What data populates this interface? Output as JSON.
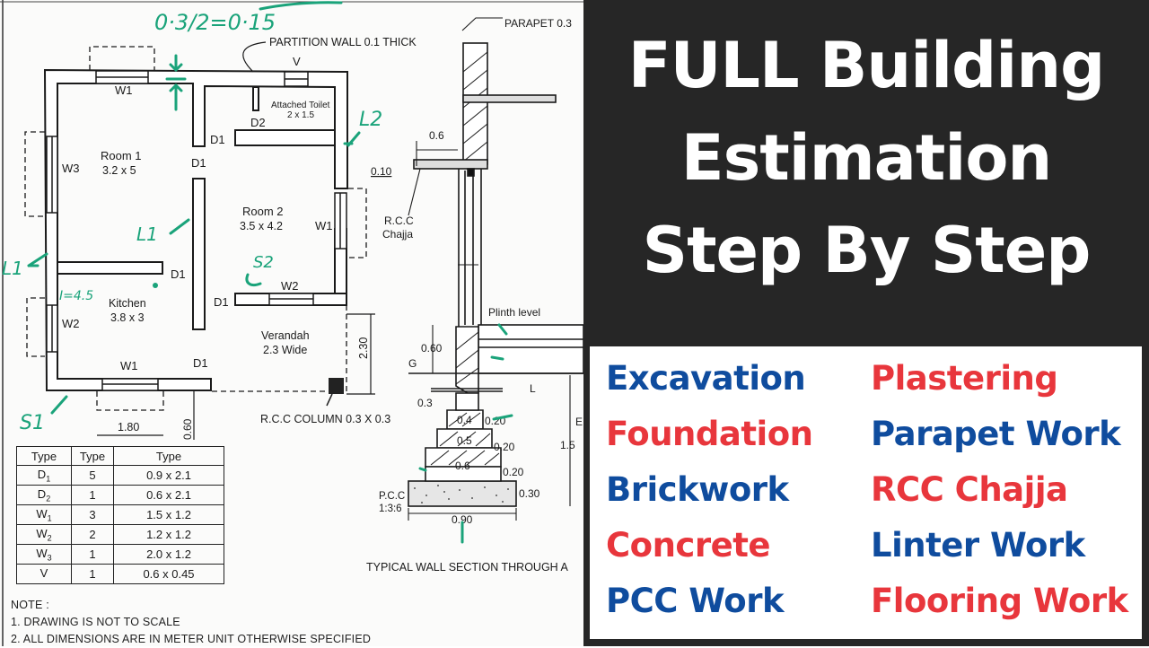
{
  "drawing": {
    "handwritten_formula": "0·3/2=0·15",
    "labels": {
      "partition_wall": "PARTITION WALL 0.1 THICK",
      "parapet": "PARAPET 0.3",
      "ventilator": "V",
      "attached_toilet": "Attached Toilet",
      "attached_toilet_size": "2 x 1.5",
      "room1": "Room 1",
      "room1_size": "3.2 x 5",
      "room2": "Room 2",
      "room2_size": "3.5 x 4.2",
      "kitchen": "Kitchen",
      "kitchen_size": "3.8 x 3",
      "verandah": "Verandah",
      "verandah_size": "2.3 Wide",
      "rcc_column": "R.C.C COLUMN 0.3 X 0.3",
      "rcc_chajja_1": "R.C.C",
      "rcc_chajja_2": "Chajja",
      "chajja_width": "0.6",
      "chajja_thk": "0.10",
      "plinth_level": "Plinth level",
      "dim_060": "0.60",
      "dim_230": "2.30",
      "dim_180": "1.80",
      "dim_060b": "0.60",
      "ground": "G",
      "ground_l": "L",
      "dim_03": "0.3",
      "step_04": "0.4",
      "step_05": "0.5",
      "step_06": "0.6",
      "rise_1": "0.20",
      "rise_2": "0.20",
      "rise_3": "0.20",
      "pcc_thk": "0.30",
      "pcc_width": "0.90",
      "depth": "1.5",
      "depth_e": "E",
      "pcc_1": "P.C.C",
      "pcc_2": "1:3:6",
      "section_title": "TYPICAL WALL SECTION THROUGH A",
      "w1_top": "W1",
      "w3": "W3",
      "d2": "D2",
      "d1_a": "D1",
      "d1_b": "D1",
      "w_right": "W1",
      "d1_kitchen": "D1",
      "w2_room2": "W2",
      "d1_verandah": "D1",
      "w2_kitchen": "W2",
      "w1_bottom": "W1",
      "d1_bottom": "D1"
    },
    "handwritten": [
      "L2",
      "L1",
      "L1",
      "S2",
      "S1",
      "I=4.5"
    ],
    "schedule": {
      "headers": [
        "Type",
        "Type",
        "Type"
      ],
      "rows": [
        {
          "type": "D",
          "sub": "1",
          "count": "5",
          "size": "0.9 x 2.1"
        },
        {
          "type": "D",
          "sub": "2",
          "count": "1",
          "size": "0.6 x 2.1"
        },
        {
          "type": "W",
          "sub": "1",
          "count": "3",
          "size": "1.5 x 1.2"
        },
        {
          "type": "W",
          "sub": "2",
          "count": "2",
          "size": "1.2 x 1.2"
        },
        {
          "type": "W",
          "sub": "3",
          "count": "1",
          "size": "2.0 x 1.2"
        },
        {
          "type": "V",
          "sub": "",
          "count": "1",
          "size": "0.6 x 0.45"
        }
      ]
    },
    "note": {
      "heading": "NOTE :",
      "lines": [
        "1.  DRAWING IS NOT TO SCALE",
        "2.  ALL DIMENSIONS ARE IN METER UNIT OTHERWISE SPECIFIED"
      ]
    }
  },
  "panel": {
    "background": "#262626",
    "title_lines": [
      "FULL Building",
      "Estimation",
      "Step By Step"
    ],
    "colors": {
      "blue": "#0f4c9e",
      "red": "#e8363c"
    },
    "items_left": [
      {
        "label": "Excavation",
        "color": "blue"
      },
      {
        "label": "Foundation",
        "color": "red"
      },
      {
        "label": "Brickwork",
        "color": "blue"
      },
      {
        "label": "Concrete",
        "color": "red"
      },
      {
        "label": "PCC Work",
        "color": "blue"
      }
    ],
    "items_right": [
      {
        "label": "Plastering",
        "color": "red"
      },
      {
        "label": "Parapet Work",
        "color": "blue"
      },
      {
        "label": "RCC Chajja",
        "color": "red"
      },
      {
        "label": "Linter Work",
        "color": "blue"
      },
      {
        "label": "Flooring Work",
        "color": "red"
      }
    ]
  }
}
